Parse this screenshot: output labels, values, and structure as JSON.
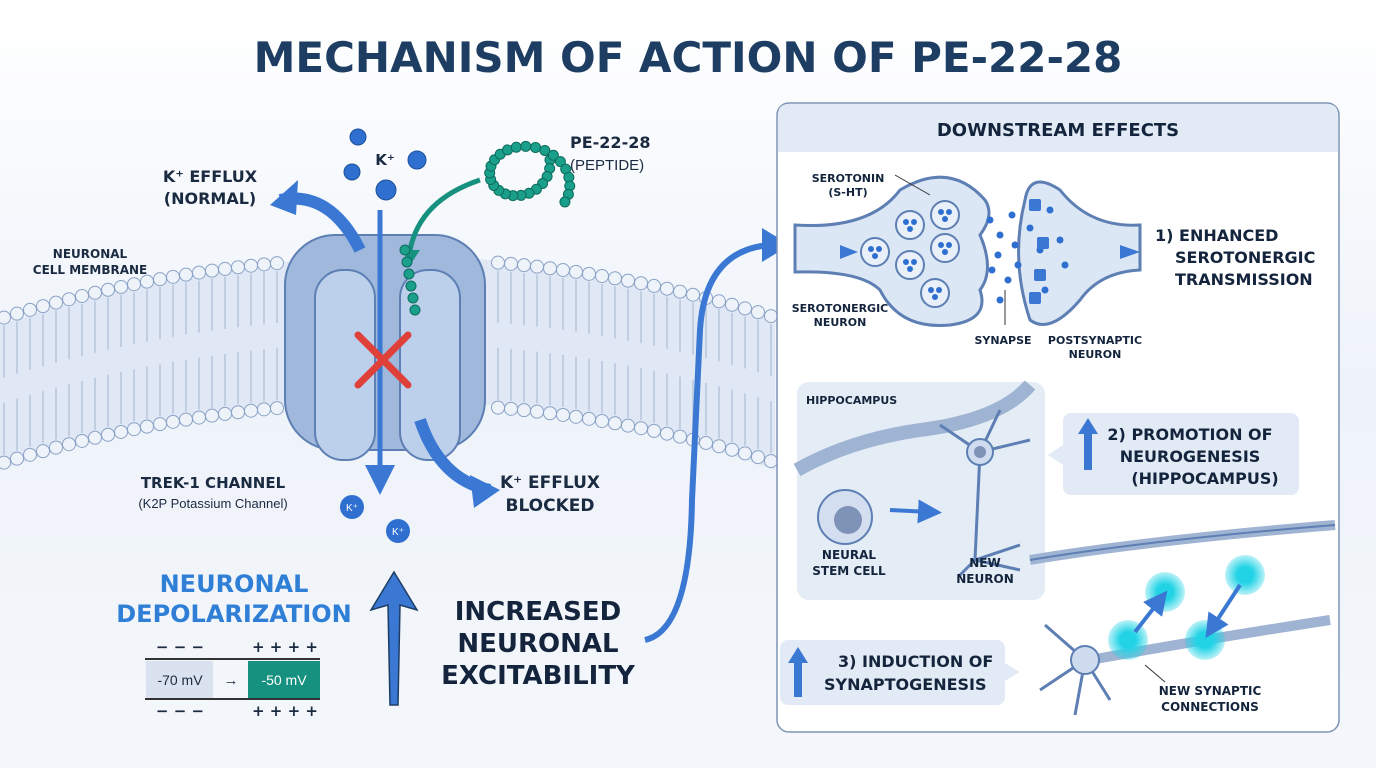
{
  "title": "MECHANISM OF ACTION OF PE-22-28",
  "left": {
    "k_efflux_normal": [
      "K⁺ EFFLUX",
      "(NORMAL)"
    ],
    "k_ion_label": "K⁺",
    "peptide": [
      "PE-22-28",
      "(PEPTIDE)"
    ],
    "membrane_label": [
      "NEURONAL",
      "CELL MEMBRANE"
    ],
    "channel_label": [
      "TREK-1 CHANNEL",
      "(K2P Potassium Channel)"
    ],
    "k_blocked": [
      "K⁺ EFFLUX",
      "BLOCKED"
    ],
    "ion_small": "K⁺",
    "depolarization": [
      "NEURONAL",
      "DEPOLARIZATION"
    ],
    "charges_neg": "− − −",
    "charges_pos": "+ + + +",
    "voltage_from": "-70 mV",
    "voltage_arrow": "→",
    "voltage_to": "-50 mV",
    "excitability": [
      "INCREASED",
      "NEURONAL",
      "EXCITABILITY"
    ]
  },
  "panel": {
    "header": "DOWNSTREAM EFFECTS",
    "synapse": {
      "serotonin": [
        "SEROTONIN",
        "(S-HT)"
      ],
      "serotonergic_neuron": [
        "SEROTONERGIC",
        "NEURON"
      ],
      "synapse": "SYNAPSE",
      "postsynaptic": [
        "POSTSYNAPTIC",
        "NEURON"
      ],
      "effect": [
        "1) ENHANCED",
        "SEROTONERGIC",
        "TRANSMISSION"
      ]
    },
    "neurogenesis": {
      "hippocampus": "HIPPOCAMPUS",
      "stem_cell": [
        "NEURAL",
        "STEM CELL"
      ],
      "new_neuron": [
        "NEW",
        "NEURON"
      ],
      "effect": [
        "2) PROMOTION OF",
        "NEUROGENESIS",
        "(HIPPOCAMPUS)"
      ]
    },
    "synaptogenesis": {
      "effect": [
        "3) INDUCTION OF",
        "SYNAPTOGENESIS"
      ],
      "connections": [
        "NEW SYNAPTIC",
        "CONNECTIONS"
      ]
    }
  },
  "colors": {
    "title": "#1d3d63",
    "arrow_blue": "#3a78d4",
    "depol_blue": "#2f7fd6",
    "teal": "#17917f",
    "cyan_glow": "#22d3e6",
    "red_x": "#e0403a"
  }
}
